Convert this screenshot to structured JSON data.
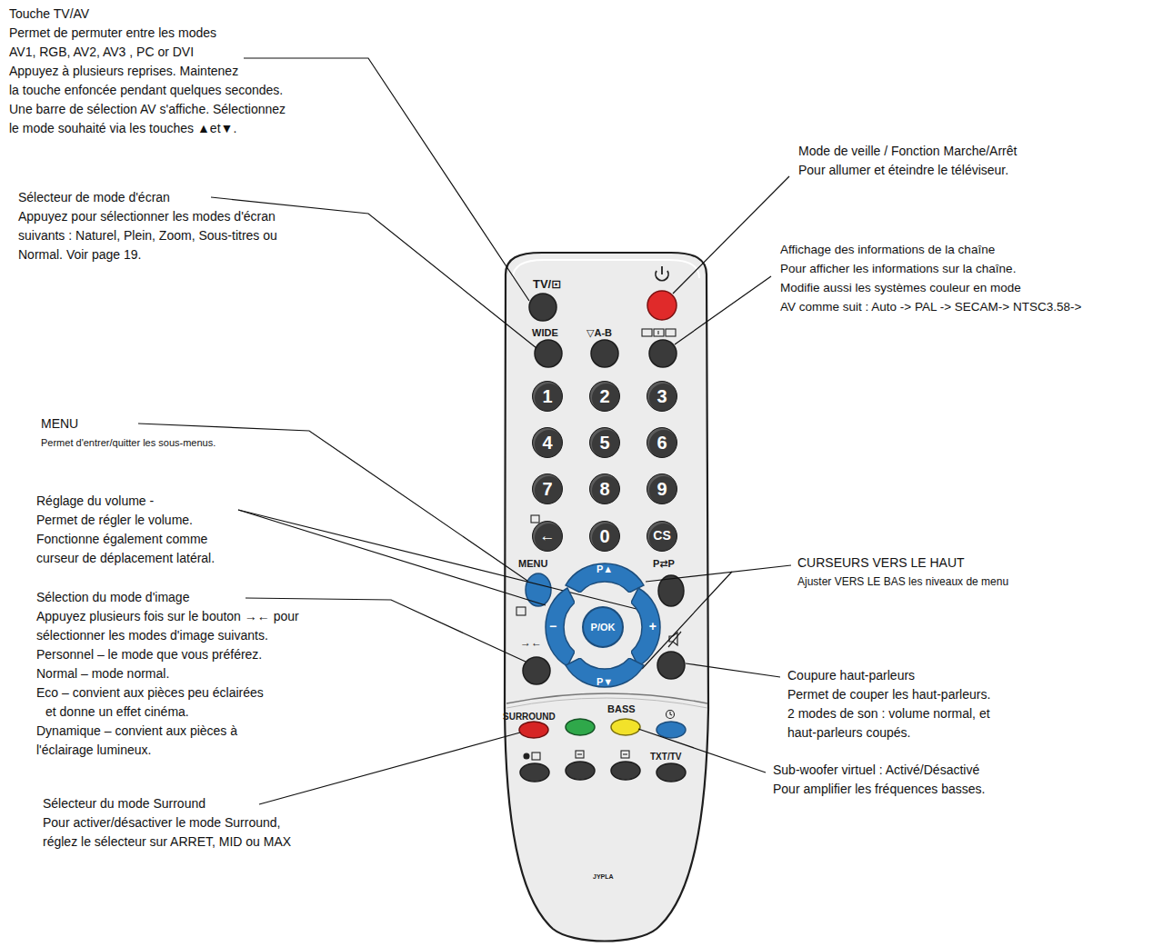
{
  "diagram": {
    "nodes": [
      {
        "text": [
          "1"
        ]
      },
      {
        "text": [
          "2"
        ]
      },
      {
        "text": [
          "3"
        ]
      },
      {
        "text": [
          "4"
        ]
      },
      {
        "text": [
          "5"
        ]
      },
      {
        "text": [
          "6"
        ]
      },
      {
        "text": [
          "7"
        ]
      },
      {
        "text": [
          "8"
        ]
      },
      {
        "text": [
          "9"
        ]
      },
      {
        "text": [
          "←"
        ]
      },
      {
        "text": [
          "0"
        ]
      },
      {
        "text": [
          "CS"
        ]
      },
      {
        "text": [
          "P▲"
        ]
      },
      {
        "text": [
          "−"
        ]
      },
      {
        "text": [
          "P/OK"
        ]
      },
      {
        "text": [
          "+"
        ]
      },
      {
        "text": [
          "P▼"
        ]
      }
    ],
    "labels": [
      "Touche TV/AV",
      "Permet de permuter entre les modes",
      "AV1, RGB, AV2, AV3 , PC or DVI",
      "Appuyez à plusieurs reprises. Maintenez",
      "la touche enfoncée pendant quelques secondes.",
      "Une barre de sélection AV s'affiche. Sélectionnez",
      "le mode souhaité via les touches ▲et▼.",
      "Mode de veille / Fonction Marche/Arrêt",
      "Pour allumer et éteindre le téléviseur.",
      "Sélecteur de mode d'écran",
      "Appuyez pour sélectionner les modes d'écran",
      "suivants : Naturel, Plein, Zoom, Sous-titres ou",
      "Normal. Voir page 19.",
      "Affichage des informations de la chaîne",
      "Pour afficher les informations sur la chaîne.",
      "Modifie aussi les systèmes couleur en mode",
      "AV comme suit : Auto -> PAL -> SECAM-> NTSC3.58->",
      "MENU",
      "Permet d'entrer/quitter les sous-menus.",
      "Réglage du volume -",
      "Permet de régler le volume.",
      "Fonctionne également comme",
      "curseur de déplacement latéral.",
      "Sélection du mode d'image",
      "Appuyez plusieurs fois sur le bouton →← pour",
      "sélectionner les modes d'image suivants.",
      "Personnel – le mode que vous préférez.",
      "Normal – mode normal.",
      "Eco – convient aux pièces peu éclairées",
      "et donne un effet cinéma.",
      "Dynamique – convient aux pièces à",
      "l'éclairage lumineux.",
      "Sélecteur du mode Surround",
      "Pour activer/désactiver le mode Surround,",
      "réglez le sélecteur sur ARRET, MID ou MAX",
      "CURSEURS VERS LE HAUT",
      "Ajuster VERS LE BAS les niveaux de menu",
      "Coupure haut-parleurs",
      "Permet de couper les haut-parleurs.",
      "2 modes de son : volume normal, et",
      "haut-parleurs coupés.",
      "Sub-woofer virtuel : Activé/Désactivé",
      "Pour amplifier les fréquences basses.",
      "TV/⊡",
      "WIDE",
      "▽A-B",
      "MENU",
      "P⇄P",
      "→←",
      "SURROUND",
      "BASS",
      "TXT/TV",
      "JYPLA"
    ]
  }
}
